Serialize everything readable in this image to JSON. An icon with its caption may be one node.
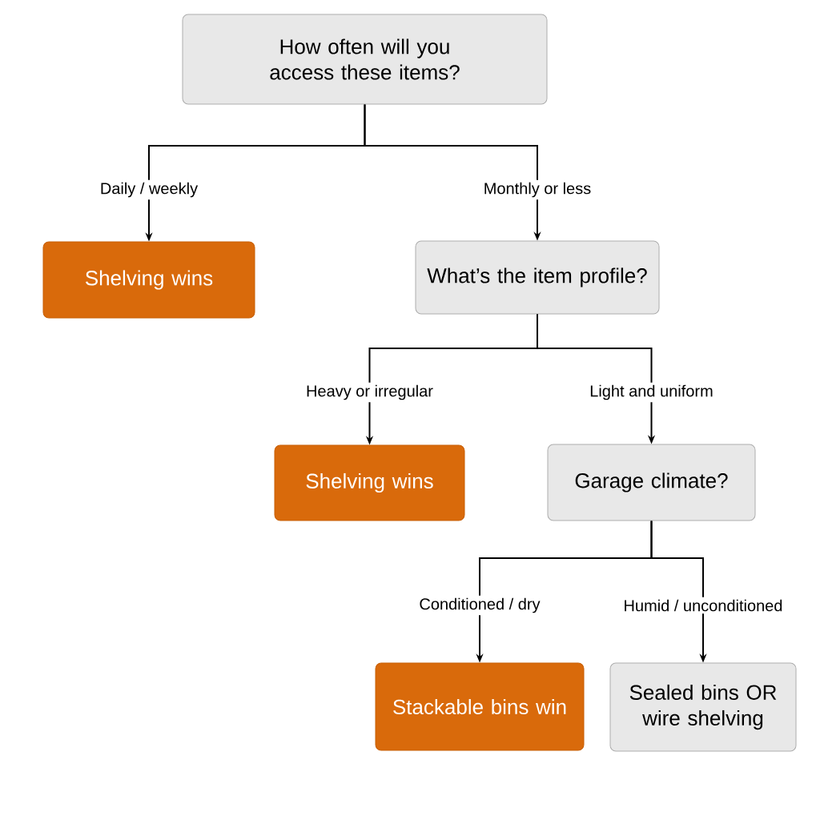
{
  "diagram": {
    "nodes": [
      {
        "text": [
          "How often will you access these items?"
        ]
      },
      {
        "text": [
          "Shelving wins"
        ]
      },
      {
        "text": [
          "What’s the item profile?"
        ]
      },
      {
        "text": [
          "Shelving wins"
        ]
      },
      {
        "text": [
          "Garage climate?"
        ]
      },
      {
        "text": [
          "Stackable bins win"
        ]
      },
      {
        "text": [
          "Sealed bins OR wire shelving"
        ]
      }
    ],
    "edges": [
      {
        "from": 0,
        "to": 1,
        "arrow": "to",
        "label": "Daily / weekly"
      },
      {
        "from": 0,
        "to": 2,
        "arrow": "to",
        "label": "Monthly or less"
      },
      {
        "from": 2,
        "to": 3,
        "arrow": "to",
        "label": "Heavy or irregular"
      },
      {
        "from": 2,
        "to": 4,
        "arrow": "to",
        "label": "Light and uniform"
      },
      {
        "from": 4,
        "to": 5,
        "arrow": "to",
        "label": "Conditioned / dry"
      },
      {
        "from": 4,
        "to": 6,
        "arrow": "to",
        "label": "Humid / unconditioned"
      }
    ]
  }
}
